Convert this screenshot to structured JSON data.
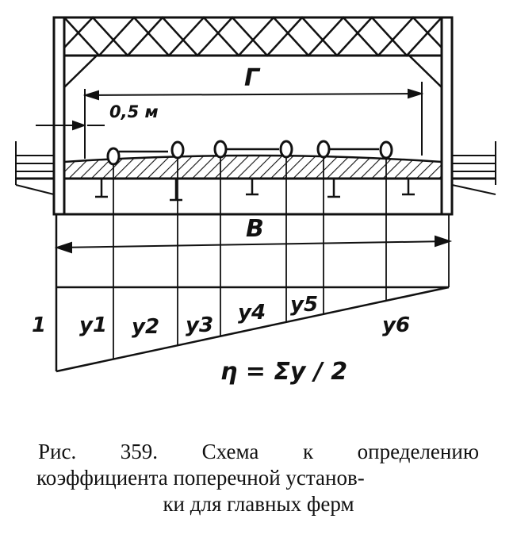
{
  "labels": {
    "dim_g": "Г",
    "dim_offset": "0,5 м",
    "dim_b": "B",
    "unit_ordinate": "1",
    "ordinates": [
      "y1",
      "y2",
      "y3",
      "y4",
      "y5",
      "y6"
    ],
    "formula": "η = Σy / 2"
  },
  "caption": {
    "line1": "Рис. 359.   Схема   к   определению",
    "line2": "коэффициента поперечной установ-",
    "line3": "ки для главных ферм"
  }
}
